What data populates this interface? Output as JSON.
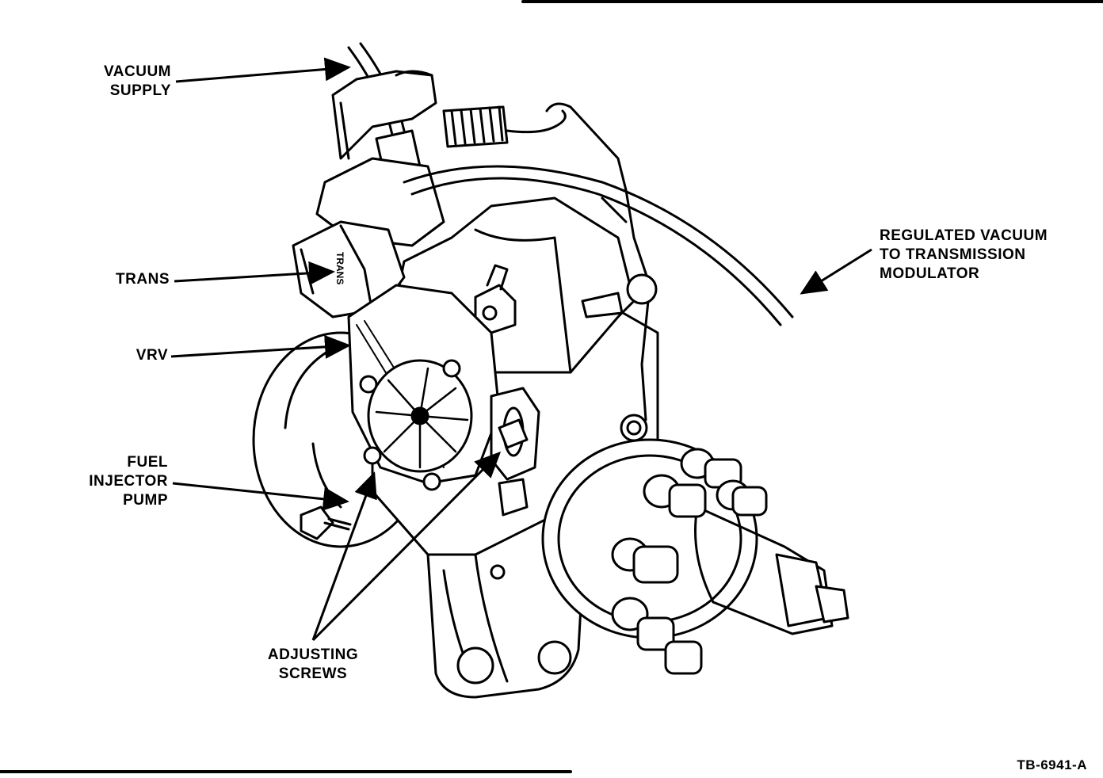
{
  "labels": {
    "vacuum_supply": [
      "VACUUM",
      "SUPPLY"
    ],
    "trans": [
      "TRANS"
    ],
    "vrv": [
      "VRV"
    ],
    "fuel_injector_pump": [
      "FUEL",
      "INJECTOR",
      "PUMP"
    ],
    "adjusting_screws": [
      "ADJUSTING",
      "SCREWS"
    ],
    "regulated_vacuum": [
      "REGULATED VACUUM",
      "TO TRANSMISSION",
      "MODULATOR"
    ],
    "figure_id": "TB-6941-A"
  },
  "part_text": {
    "trans_housing_label": "TRANS"
  }
}
